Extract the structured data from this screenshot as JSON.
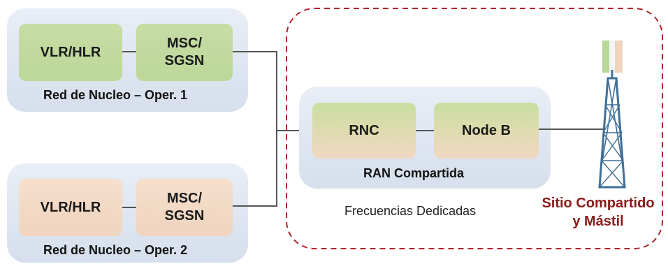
{
  "operator1": {
    "vlr_hlr": "VLR/HLR",
    "msc_line1": "MSC/",
    "msc_line2": "SGSN",
    "caption": "Red de Nucleo – Oper. 1"
  },
  "operator2": {
    "vlr_hlr": "VLR/HLR",
    "msc_line1": "MSC/",
    "msc_line2": "SGSN",
    "caption": "Red de Nucleo – Oper. 2"
  },
  "ran": {
    "rnc": "RNC",
    "node_b": "Node B",
    "caption": "RAN Compartida"
  },
  "frequencies_label": "Frecuencias Dedicadas",
  "site": {
    "line1": "Sitio Compartido",
    "line2": "y Mástil"
  },
  "colors": {
    "operator1_accent": "#bcd89a",
    "operator2_accent": "#efd4be",
    "site_text": "#8b1a1a",
    "dashed_border": "#b0242c"
  },
  "icons": {
    "tower": "cell-tower-icon"
  }
}
